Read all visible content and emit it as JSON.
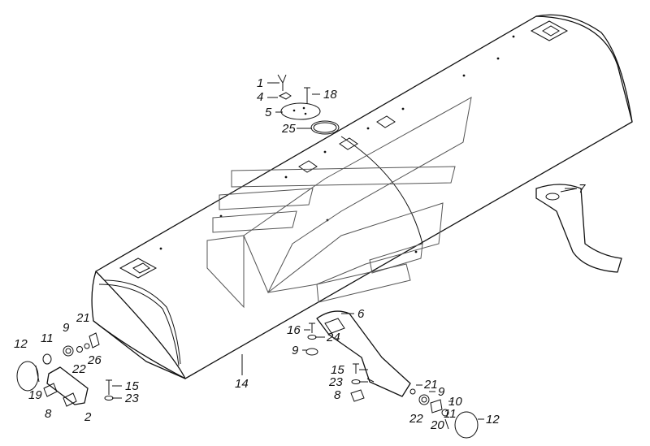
{
  "diagram": {
    "callouts": [
      {
        "id": "c1",
        "text": "1"
      },
      {
        "id": "c4",
        "text": "4"
      },
      {
        "id": "c18",
        "text": "18"
      },
      {
        "id": "c5",
        "text": "5"
      },
      {
        "id": "c25",
        "text": "25"
      },
      {
        "id": "c7",
        "text": "7"
      },
      {
        "id": "c6",
        "text": "6"
      },
      {
        "id": "c16",
        "text": "16"
      },
      {
        "id": "c24",
        "text": "24"
      },
      {
        "id": "c9a",
        "text": "9"
      },
      {
        "id": "c15a",
        "text": "15"
      },
      {
        "id": "c23a",
        "text": "23"
      },
      {
        "id": "c8a",
        "text": "8"
      },
      {
        "id": "c14",
        "text": "14"
      },
      {
        "id": "c12a",
        "text": "12"
      },
      {
        "id": "c11a",
        "text": "11"
      },
      {
        "id": "c9b",
        "text": "9"
      },
      {
        "id": "c21a",
        "text": "21"
      },
      {
        "id": "c26",
        "text": "26"
      },
      {
        "id": "c22a",
        "text": "22"
      },
      {
        "id": "c19",
        "text": "19"
      },
      {
        "id": "c8b",
        "text": "8"
      },
      {
        "id": "c2",
        "text": "2"
      },
      {
        "id": "c15b",
        "text": "15"
      },
      {
        "id": "c23b",
        "text": "23"
      },
      {
        "id": "c21b",
        "text": "21"
      },
      {
        "id": "c9c",
        "text": "9"
      },
      {
        "id": "c22b",
        "text": "22"
      },
      {
        "id": "c10",
        "text": "10"
      },
      {
        "id": "c11b",
        "text": "11"
      },
      {
        "id": "c20",
        "text": "20"
      },
      {
        "id": "c12b",
        "text": "12"
      }
    ]
  }
}
